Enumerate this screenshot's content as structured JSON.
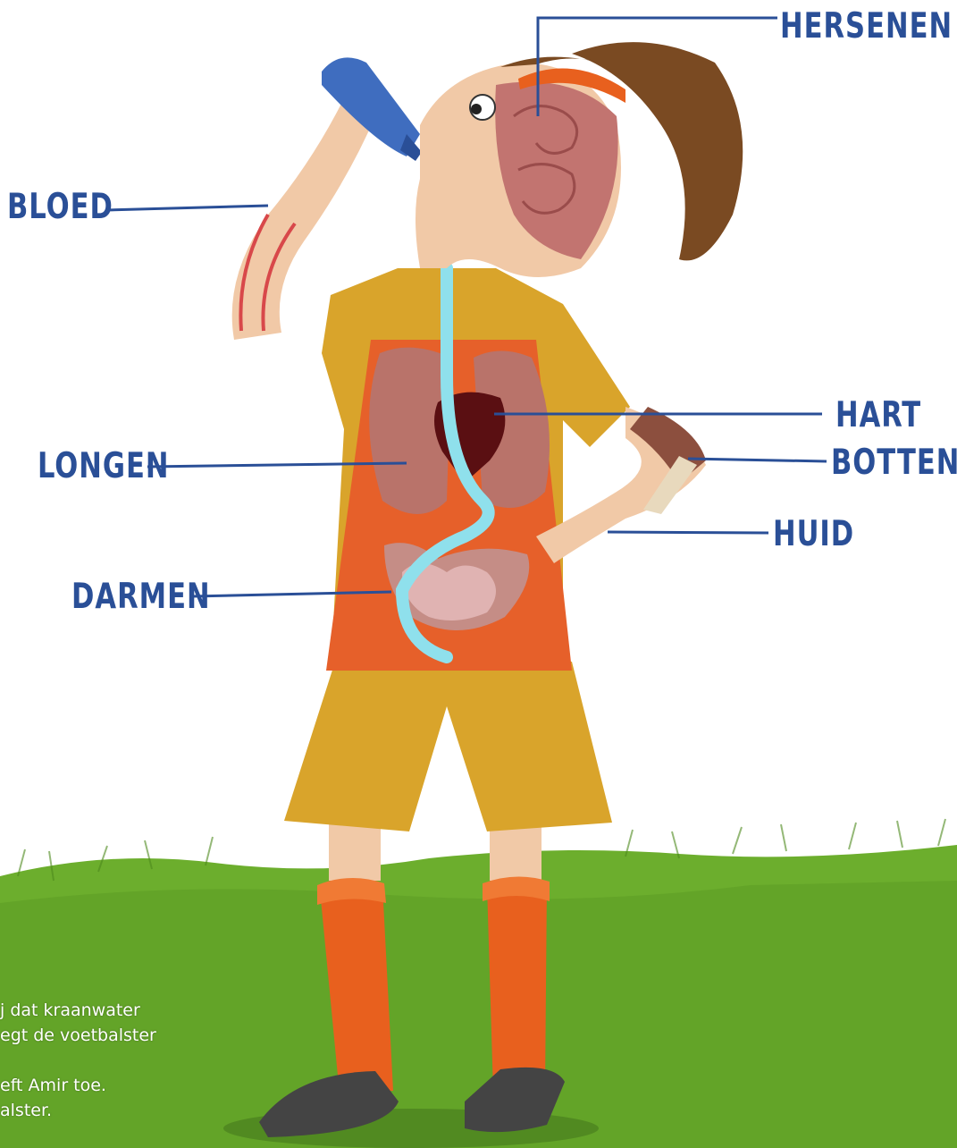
{
  "labels": {
    "hersenen": "HERSENEN",
    "bloed": "BLOED",
    "hart": "HART",
    "botten": "BOTTEN",
    "longen": "LONGEN",
    "huid": "HUID",
    "darmen": "DARMEN"
  },
  "story": {
    "line1": "j dat kraanwater",
    "line2": "egt de voetbalster",
    "line3": "",
    "line4": "eft Amir toe.",
    "line5": "alster."
  },
  "colors": {
    "label": "#2a4f97",
    "grass": "#6cae2d",
    "shirt": "#d9a42b",
    "sock": "#e8601e",
    "hair": "#7a4a22",
    "skin": "#f1c9a7",
    "water": "#8fe0ec"
  }
}
